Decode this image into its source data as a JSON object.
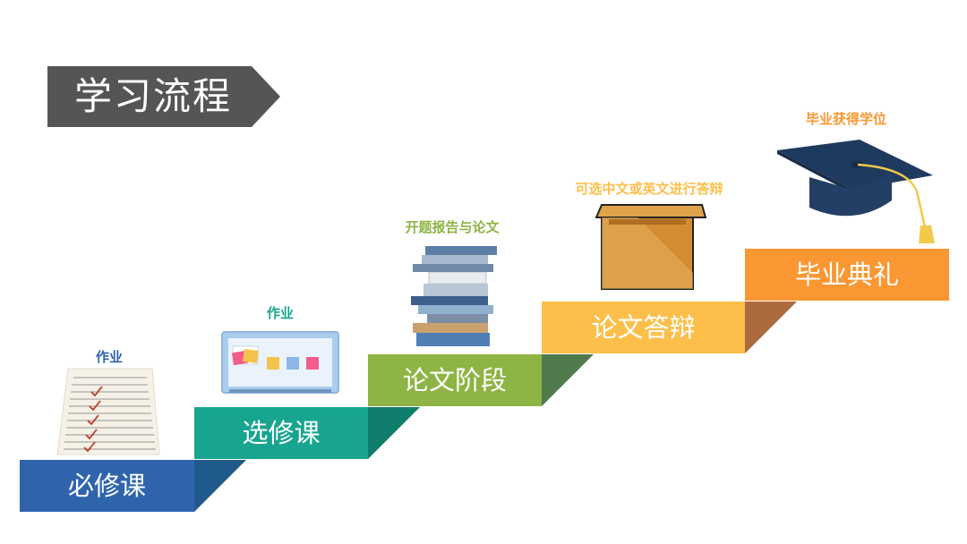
{
  "title": "学习流程",
  "colors": {
    "title_bg": "#555555",
    "step1": "#2f64ad",
    "step2": "#17a58f",
    "step3": "#8db444",
    "step4": "#fdbf4a",
    "step5": "#fb9732"
  },
  "steps": [
    {
      "label": "必修课",
      "caption": "作业",
      "caption_color": "#2f64ad"
    },
    {
      "label": "选修课",
      "caption": "作业",
      "caption_color": "#17a58f"
    },
    {
      "label": "论文阶段",
      "caption": "开题报告与论文",
      "caption_color": "#8db444"
    },
    {
      "label": "论文答辩",
      "caption": "可选中文或英文进行答辩",
      "caption_color": "#fdbf4a"
    },
    {
      "label": "毕业典礼",
      "caption": "毕业获得学位",
      "caption_color": "#fb9732"
    }
  ],
  "icons": [
    "paper-sheet-icon",
    "whiteboard-icon",
    "book-stack-icon",
    "lectern-icon",
    "graduation-cap-icon"
  ]
}
